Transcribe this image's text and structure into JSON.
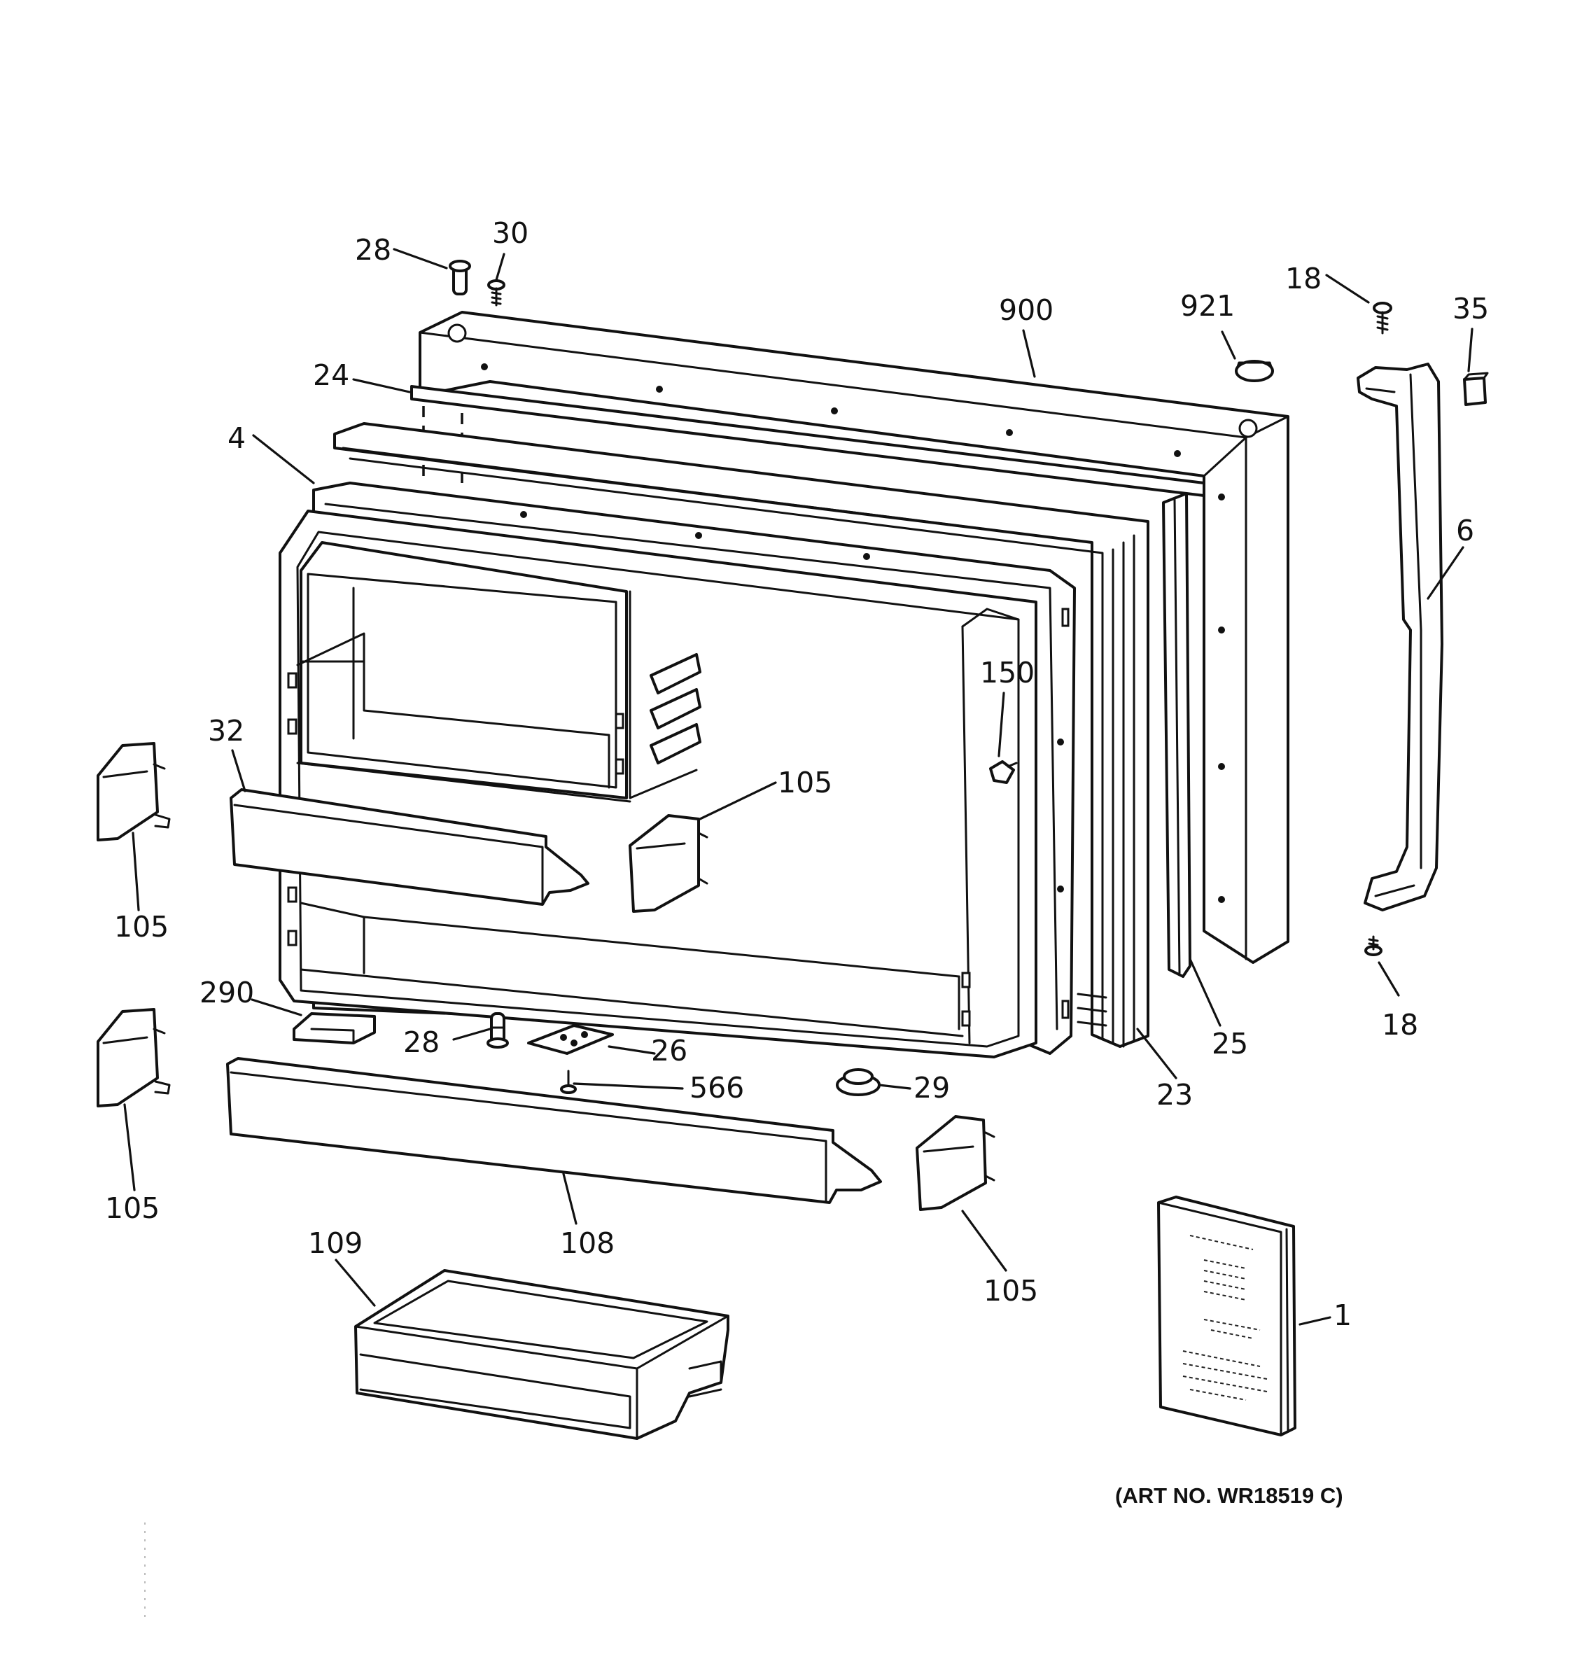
{
  "diagram": {
    "art_number": "(ART NO. WR18519 C)",
    "callouts": {
      "p28_top": "28",
      "p30": "30",
      "p24": "24",
      "p4": "4",
      "p900": "900",
      "p921": "921",
      "p18_top": "18",
      "p35": "35",
      "p6": "6",
      "p150": "150",
      "p32": "32",
      "p105_mid": "105",
      "p105_left_top": "105",
      "p290": "290",
      "p28_mid": "28",
      "p26": "26",
      "p566": "566",
      "p29": "29",
      "p23": "23",
      "p25": "25",
      "p18_bottom": "18",
      "p105_left_bottom": "105",
      "p108": "108",
      "p105_right": "105",
      "p109": "109",
      "p1": "1"
    }
  }
}
